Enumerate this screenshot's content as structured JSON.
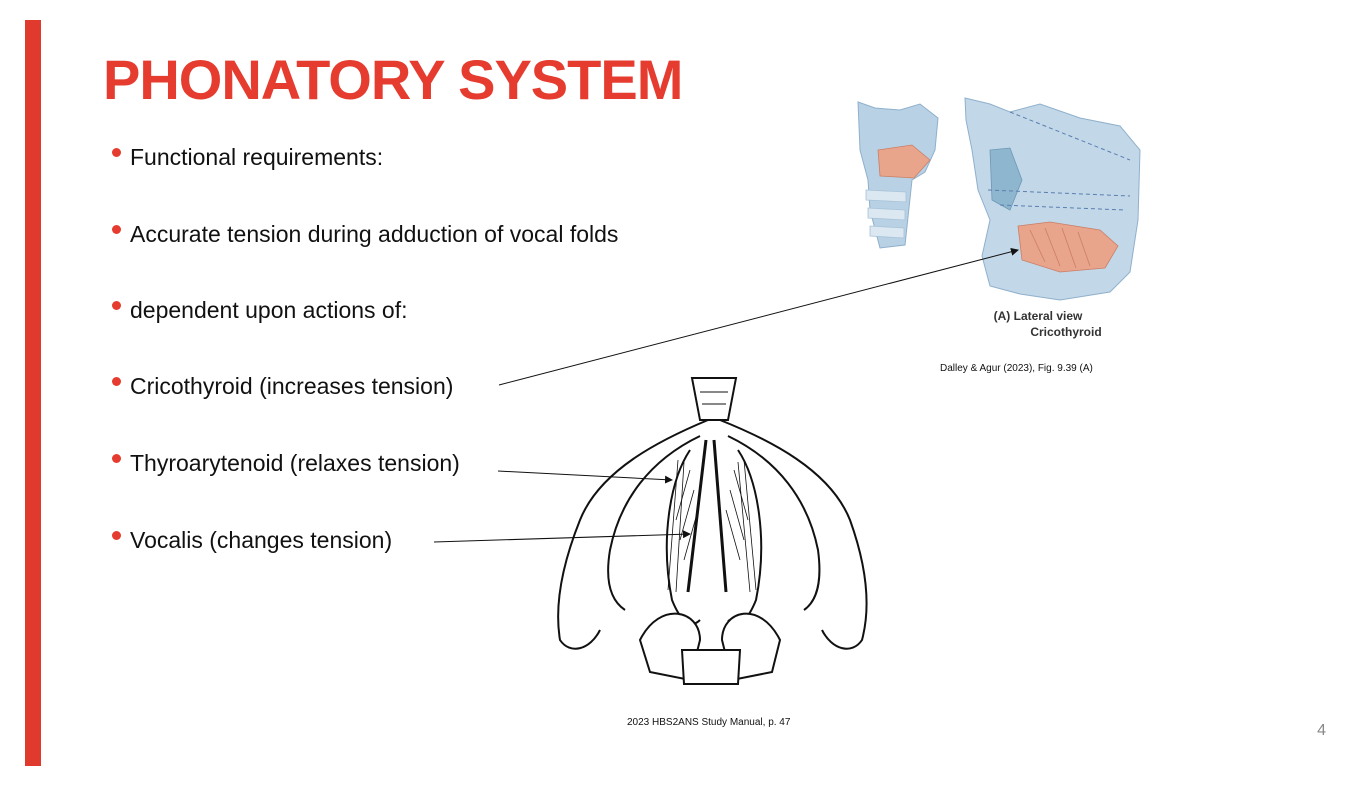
{
  "slide": {
    "title": "PHONATORY SYSTEM",
    "page_number": "4",
    "accent_color": "#e53c2f"
  },
  "bullets": [
    {
      "text": "Functional requirements:"
    },
    {
      "text": "Accurate tension during adduction of vocal folds"
    },
    {
      "text": "dependent upon actions of:"
    },
    {
      "text": "Cricothyroid (increases tension)"
    },
    {
      "text": "Thyroarytenoid (relaxes tension)"
    },
    {
      "text": "Vocalis (changes tension)"
    }
  ],
  "figures": {
    "lateral": {
      "label_line1": "(A) Lateral view",
      "label_line2": "Cricothyroid",
      "caption": "Dalley & Agur (2023), Fig. 9.39 (A)"
    },
    "superior": {
      "caption": "2023 HBS2ANS Study Manual, p. 47"
    }
  }
}
